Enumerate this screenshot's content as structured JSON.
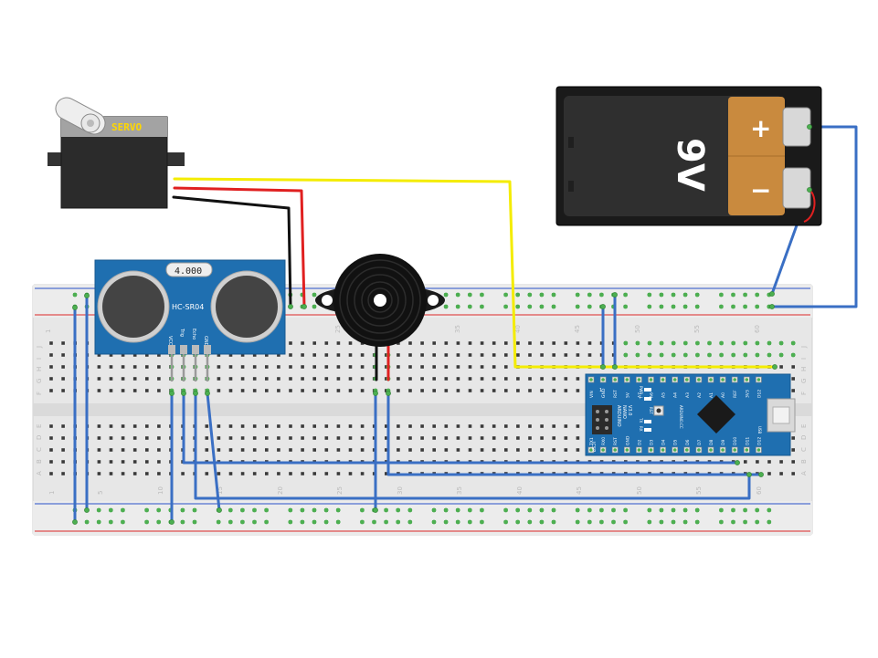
{
  "servo": {
    "label": "SERVO"
  },
  "battery": {
    "plus": "+",
    "minus": "−",
    "voltage": "9V"
  },
  "sensor": {
    "display": "4.000",
    "model": "HC-SR04",
    "pins": [
      "VCC",
      "Trig",
      "Echo",
      "GND"
    ]
  },
  "nano": {
    "top_pins": [
      "D12",
      "3V3",
      "REF",
      "A0",
      "A1",
      "A2",
      "A3",
      "A4",
      "A5",
      "A6",
      "A7",
      "5V",
      "RST",
      "GND",
      "VIN"
    ],
    "bottom_pins": [
      "D12",
      "D11",
      "D10",
      "D9",
      "D8",
      "D7",
      "D6",
      "D5",
      "D4",
      "D3",
      "D2",
      "GND",
      "RST",
      "RX0",
      "TX1"
    ],
    "board_text": [
      "ARDUINO",
      "NANO",
      "V3.0"
    ],
    "brand": "ARDUINO.CC",
    "icsp": "ICSP",
    "led_labels": [
      "PWR",
      "L",
      "TX",
      "RX"
    ],
    "rst": "RST",
    "usb": "USB"
  },
  "breadboard": {
    "col_numbers": [
      "1",
      "5",
      "10",
      "15",
      "20",
      "25",
      "30",
      "35",
      "40",
      "45",
      "50",
      "55",
      "60"
    ],
    "row_letters_top": [
      "J",
      "I",
      "H",
      "G",
      "F"
    ],
    "row_letters_bottom": [
      "E",
      "D",
      "C",
      "B",
      "A"
    ]
  },
  "colors": {
    "wire_blue": "#3a6fc4",
    "wire_yellow": "#f4ec00",
    "wire_red": "#e02020",
    "wire_black": "#111111",
    "rail_red": "#e05050",
    "rail_blue": "#5070d0",
    "pin_green": "#4caf50",
    "board_blue": "#1f6fb0",
    "battery_copper": "#c98a3e"
  }
}
